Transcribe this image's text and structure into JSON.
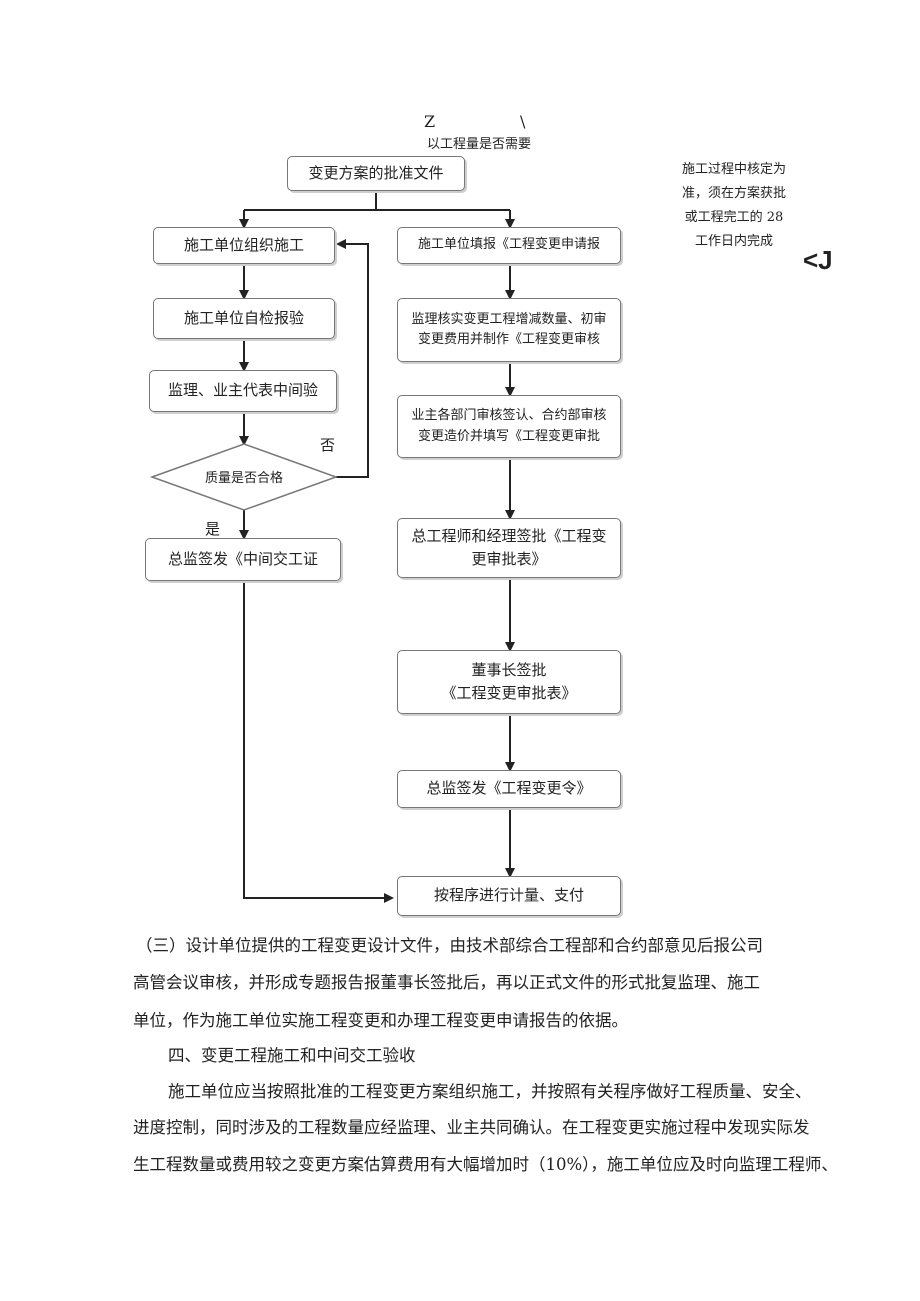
{
  "flowchart": {
    "top_fragment_left": "Z",
    "top_fragment_right": "\\",
    "top_label": "以工程量是否需要",
    "side_note": "施工过程中核定为\n准，须在方案获批\n或工程完工的 28\n工作日内完成",
    "mark": "<J",
    "start": "变更方案的批准文件",
    "left": {
      "step1": "施工单位组织施工",
      "step2": "施工单位自检报验",
      "step3": "监理、业主代表中间验",
      "decision": "质量是否合格",
      "no_label": "否",
      "yes_label": "是",
      "step4": "总监签发《中间交工证"
    },
    "right": {
      "step1": "施工单位填报《工程变更申请报",
      "step2": "监理核实变更工程增减数量、初审\n变更费用并制作《工程变更审核",
      "step3": "业主各部门审核签认、合约部审核\n变更造价并填写《工程变更审批",
      "step4": "总工程师和经理签批《工程变\n更审批表》",
      "step5": "董事长签批\n《工程变更审批表》",
      "step6": "总监签发《工程变更令》",
      "step7": "按程序进行计量、支付"
    }
  },
  "text": {
    "para1_line1": "（三）设计单位提供的工程变更设计文件，由技术部综合工程部和合约部意见后报公司",
    "para1_line2": "高管会议审核，并形成专题报告报董事长签批后，再以正式文件的形式批复监理、施工",
    "para1_line3": "单位，作为施工单位实施工程变更和办理工程变更申请报告的依据。",
    "heading4": "四、变更工程施工和中间交工验收",
    "para2_line1": "施工单位应当按照批准的工程变更方案组织施工，并按照有关程序做好工程质量、安全、",
    "para2_line2": "进度控制，同时涉及的工程数量应经监理、业主共同确认。在工程变更实施过程中发现实际发",
    "para2_line3": "生工程数量或费用较之变更方案估算费用有大幅增加时（10%），施工单位应及时向监理工程师、"
  }
}
